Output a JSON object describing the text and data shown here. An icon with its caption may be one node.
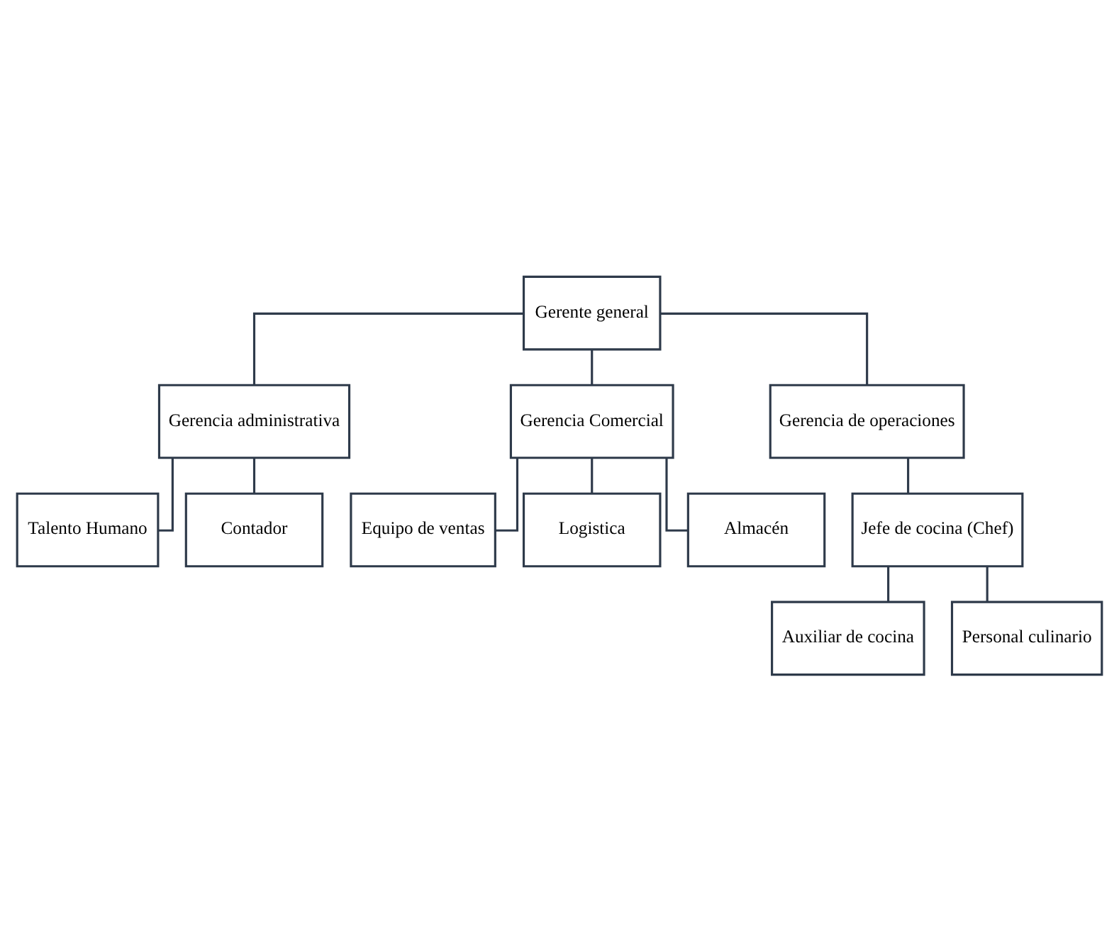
{
  "diagram": {
    "nodes": [
      {
        "text": [
          "Gerente general"
        ]
      },
      {
        "text": [
          "Gerencia administrativa"
        ]
      },
      {
        "text": [
          "Gerencia Comercial"
        ]
      },
      {
        "text": [
          "Gerencia de operaciones"
        ]
      },
      {
        "text": [
          "Talento Humano"
        ]
      },
      {
        "text": [
          "Contador"
        ]
      },
      {
        "text": [
          "Equipo de ventas"
        ]
      },
      {
        "text": [
          "Logistica"
        ]
      },
      {
        "text": [
          "Almacén"
        ]
      },
      {
        "text": [
          "Jefe de cocina (Chef)"
        ]
      },
      {
        "text": [
          "Auxiliar de cocina"
        ]
      },
      {
        "text": [
          "Personal culinario"
        ]
      }
    ],
    "edges": [
      {
        "from": 0,
        "to": 1,
        "arrow": "none"
      },
      {
        "from": 0,
        "to": 2,
        "arrow": "none"
      },
      {
        "from": 0,
        "to": 3,
        "arrow": "none"
      },
      {
        "from": 1,
        "to": 4,
        "arrow": "none"
      },
      {
        "from": 1,
        "to": 5,
        "arrow": "none"
      },
      {
        "from": 2,
        "to": 6,
        "arrow": "none"
      },
      {
        "from": 2,
        "to": 7,
        "arrow": "none"
      },
      {
        "from": 2,
        "to": 8,
        "arrow": "none"
      },
      {
        "from": 3,
        "to": 9,
        "arrow": "none"
      },
      {
        "from": 9,
        "to": 10,
        "arrow": "none"
      },
      {
        "from": 9,
        "to": 11,
        "arrow": "none"
      }
    ]
  }
}
